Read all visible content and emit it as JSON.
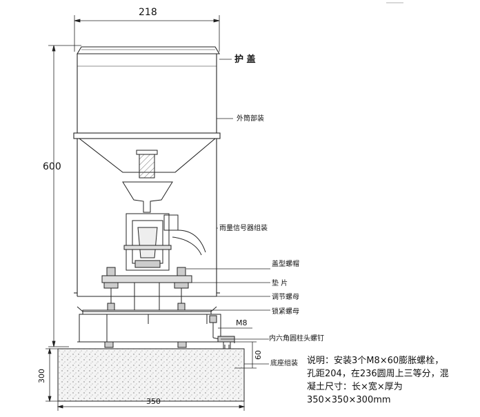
{
  "dimensions": {
    "top_width": "218",
    "left_height": "600",
    "base_height": "300",
    "base_width": "350",
    "bolt_depth": "60",
    "bolt_spec": "M8"
  },
  "labels": {
    "cover": "护 盖",
    "outer_cylinder": "外筒部装",
    "rain_sensor": "雨量信号器组装",
    "cap_nut": "盖型螺帽",
    "washer": "垫 片",
    "adjust_nut": "调节螺母",
    "lock_nut": "锁紧螺母",
    "hex_screw": "内六角圆柱头螺钉",
    "base_assembly": "底座组装"
  },
  "note": "说明：安装3个M8×60膨胀螺栓，孔距204，在236圆周上三等分，混凝土尺寸：长×宽×厚为350×350×300mm"
}
